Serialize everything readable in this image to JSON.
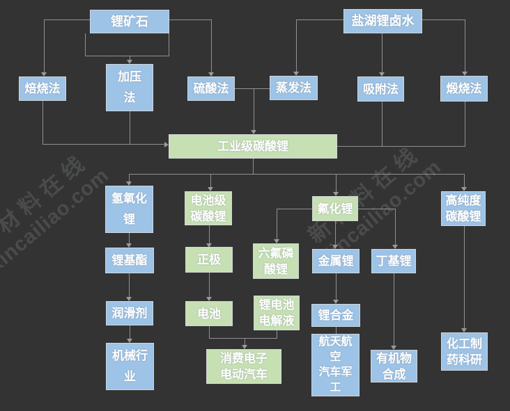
{
  "diagram": {
    "title_hint": "lithium-industry-chain-flowchart",
    "colors": {
      "background": "#333333",
      "blue_node": "#9dc3e6",
      "green_node": "#c6e0b4",
      "node_border": "#d2d6d9",
      "connector": "#919191",
      "text": "#ffffff"
    },
    "watermark": {
      "cn": "新材料在线",
      "en": "Xincailiao.com"
    },
    "nodes": {
      "lithium_ore": {
        "label": "锂矿石"
      },
      "salt_lake_brine": {
        "label": "盐湖锂卤水"
      },
      "roasting": {
        "label": "焙烧法"
      },
      "pressurization": {
        "label": "加压\n法"
      },
      "sulfuric_acid": {
        "label": "硫酸法"
      },
      "evaporation": {
        "label": "蒸发法"
      },
      "adsorption": {
        "label": "吸附法"
      },
      "calcination": {
        "label": "煅烧法"
      },
      "industrial_li2co3": {
        "label": "工业级碳酸锂"
      },
      "lioh": {
        "label": "氢氧化\n锂"
      },
      "battery_li2co3": {
        "label": "电池级\n碳酸锂"
      },
      "lif": {
        "label": "氟化锂"
      },
      "high_purity_li2co3": {
        "label": "高纯度\n碳酸锂"
      },
      "li_ester": {
        "label": "锂基酯"
      },
      "cathode": {
        "label": "正极"
      },
      "lipf6": {
        "label": "六氟磷\n酸锂"
      },
      "li_metal": {
        "label": "金属锂"
      },
      "butyllithium": {
        "label": "丁基锂"
      },
      "lubricant": {
        "label": "润滑剂"
      },
      "battery": {
        "label": "电池"
      },
      "electrolyte": {
        "label": "锂电池\n电解液"
      },
      "li_alloy": {
        "label": "锂合金"
      },
      "machinery": {
        "label": "机械行\n业"
      },
      "consumer_ev": {
        "label": "消费电子\n电动汽车"
      },
      "aerospace": {
        "label": "航天航\n空\n汽车军\n工"
      },
      "organic_synthesis": {
        "label": "有机物\n合成"
      },
      "chem_pharma": {
        "label": "化工制\n药科研"
      }
    }
  }
}
